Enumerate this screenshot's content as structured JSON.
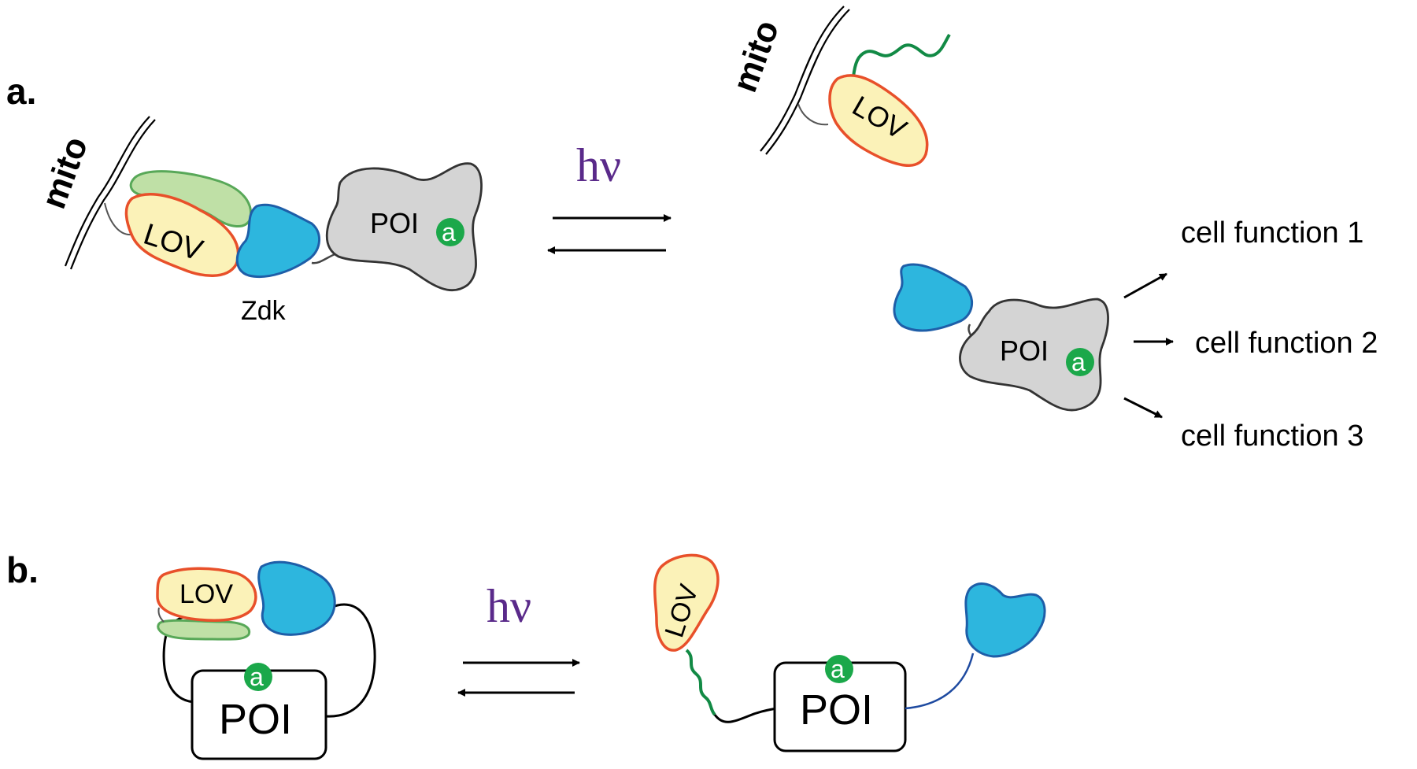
{
  "panel_a": {
    "label": "a.",
    "mito_left": "mito",
    "mito_right": "mito",
    "lov_left": "LOV",
    "lov_right": "LOV",
    "zdk": "Zdk",
    "poi_left": "POI",
    "poi_right": "POI",
    "a_mark": "a",
    "hv": "hν",
    "functions": [
      "cell function 1",
      "cell function 2",
      "cell function 3"
    ]
  },
  "panel_b": {
    "label": "b.",
    "lov_left": "LOV",
    "lov_right": "LOV",
    "poi_left": "POI",
    "poi_right": "POI",
    "a_mark": "a",
    "hv": "hν"
  },
  "colors": {
    "lov_fill": "#fbf2b8",
    "lov_stroke": "#e8502a",
    "green_fill": "#bfe0a6",
    "green_stroke": "#58a858",
    "zdk_fill": "#2db6de",
    "zdk_stroke": "#1e5ea8",
    "poi_fill": "#d4d4d4",
    "poi_stroke": "#333333",
    "linker_green": "#128a45",
    "a_fill": "#1ba84a",
    "hv_color": "#5a2a8a",
    "blue_linker": "#1e4aa0"
  }
}
